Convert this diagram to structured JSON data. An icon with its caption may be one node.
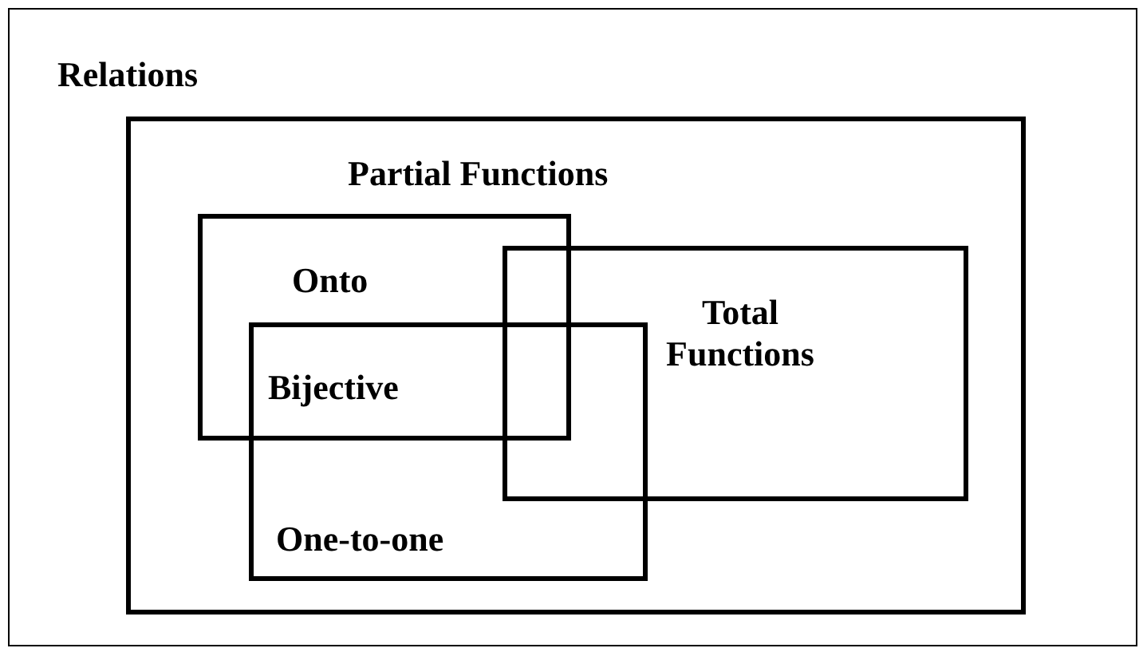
{
  "diagram": {
    "nodes": [
      {
        "text": [
          "Relations"
        ]
      },
      {
        "text": [
          "Partial Functions"
        ],
        "in": 0
      },
      {
        "text": [
          "Onto"
        ],
        "in": 1
      },
      {
        "text": [
          "Total Functions"
        ],
        "in": 1
      },
      {
        "text": [
          "One-to-one"
        ],
        "in": 1
      }
    ],
    "edges": [],
    "labels": [
      "Bijective"
    ]
  }
}
